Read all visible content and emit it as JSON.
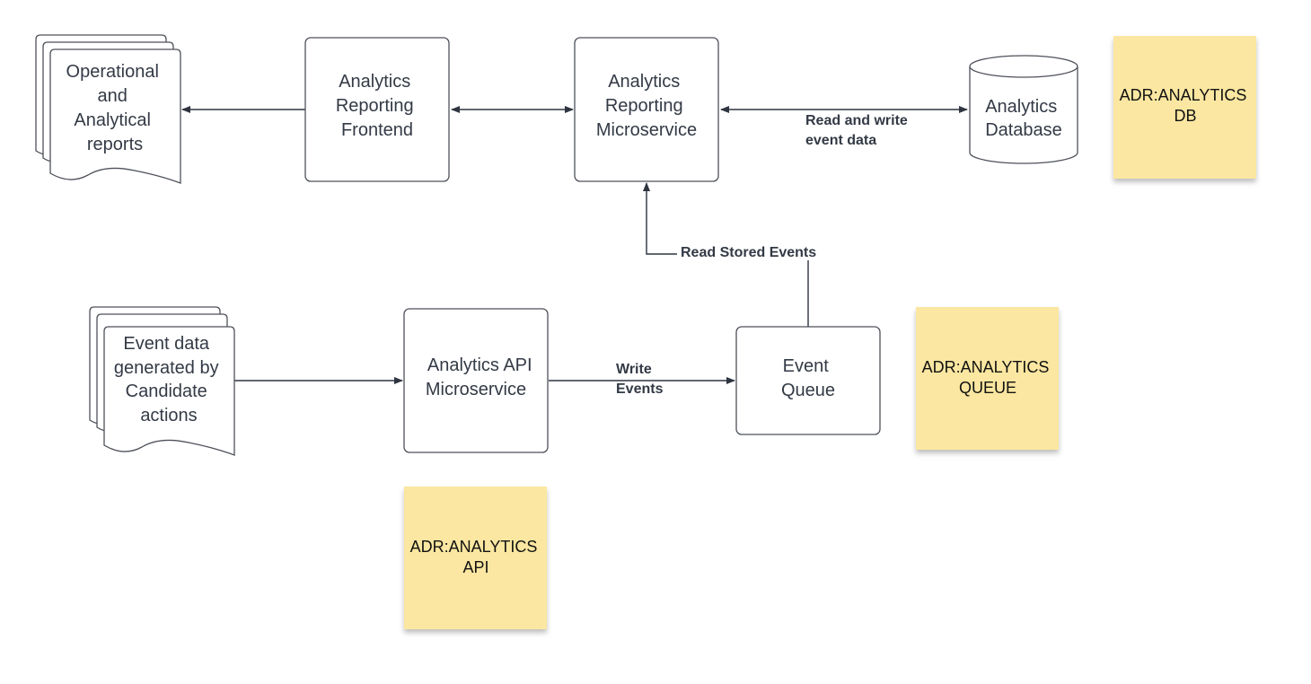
{
  "nodes": {
    "reports_doc": {
      "lines": [
        "Operational",
        "and",
        "Analytical",
        "reports"
      ]
    },
    "frontend": {
      "lines": [
        "Analytics",
        "Reporting",
        "Frontend"
      ]
    },
    "reporting_ms": {
      "lines": [
        "Analytics",
        "Reporting",
        "Microservice"
      ]
    },
    "database": {
      "lines": [
        "Analytics",
        "Database"
      ]
    },
    "event_doc": {
      "lines": [
        "Event data",
        "generated by",
        "Candidate",
        "actions"
      ]
    },
    "api_ms": {
      "lines": [
        "Analytics API",
        "Microservice"
      ]
    },
    "queue": {
      "lines": [
        "Event",
        "Queue"
      ]
    }
  },
  "edges": {
    "read_write": {
      "lines": [
        "Read and write",
        "event data"
      ]
    },
    "read_stored": {
      "lines": [
        "Read Stored Events"
      ]
    },
    "write_events": {
      "lines": [
        "Write",
        "Events"
      ]
    }
  },
  "notes": {
    "db": {
      "lines": [
        "ADR:ANALYTICS",
        "DB"
      ]
    },
    "queue": {
      "lines": [
        "ADR:ANALYTICS",
        "QUEUE"
      ]
    },
    "api": {
      "lines": [
        "ADR:ANALYTICS",
        "API"
      ]
    }
  },
  "colors": {
    "note_fill": "#fbe7a1",
    "stroke": "#4d5159",
    "text": "#333a45"
  }
}
